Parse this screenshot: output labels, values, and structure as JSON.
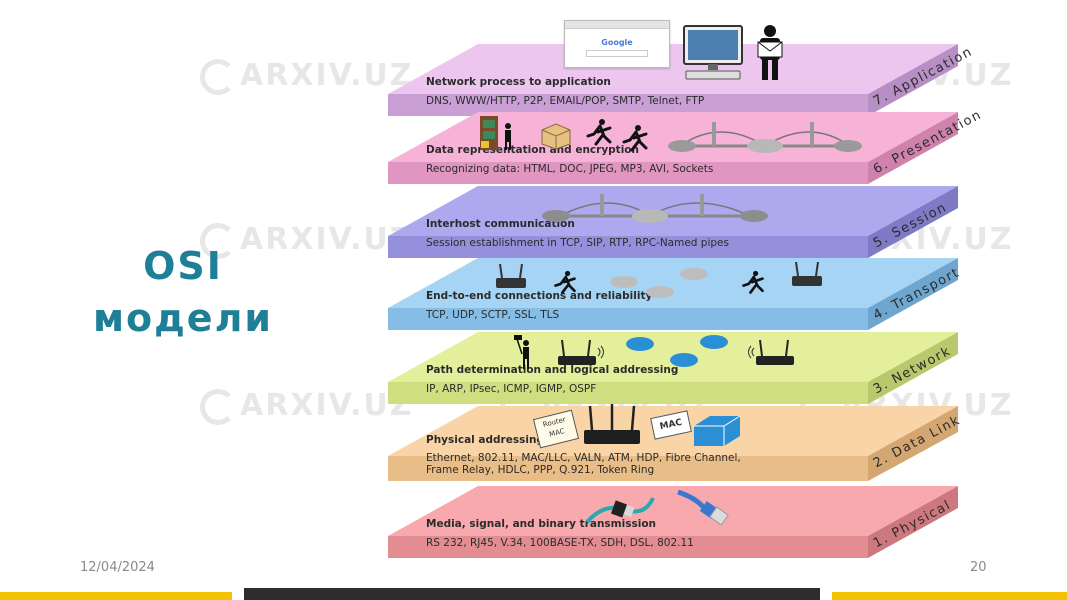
{
  "slide": {
    "title": "OSI модели",
    "date": "12/04/2024",
    "page_number": "20"
  },
  "watermark": {
    "text": "ARXIV.UZ"
  },
  "colors": {
    "title": "#1f7f96",
    "footer_yellow": "#f2c200",
    "footer_dark": "#2d2d2d"
  },
  "layers": [
    {
      "label": "7. Application",
      "heading": "Network process to application",
      "protocols": "DNS, WWW/HTTP, P2P, EMAIL/POP, SMTP, Telnet, FTP",
      "top_color": "#ecc6ee",
      "band_color": "#c99fd6",
      "side_color": "#b78fc4"
    },
    {
      "label": "6. Presentation",
      "heading": "Data representation and encryption",
      "protocols": "Recognizing data: HTML, DOC, JPEG, MP3, AVI, Sockets",
      "top_color": "#f6b3d7",
      "band_color": "#e096c0",
      "side_color": "#cf82ad"
    },
    {
      "label": "5. Session",
      "heading": "Interhost communication",
      "protocols": "Session establishment in TCP, SIP, RTP, RPC-Named pipes",
      "top_color": "#aea8ee",
      "band_color": "#9490dc",
      "side_color": "#7f7ac6"
    },
    {
      "label": "4. Transport",
      "heading": "End-to-end connections and reliability",
      "protocols": "TCP, UDP, SCTP, SSL, TLS",
      "top_color": "#a6d4f4",
      "band_color": "#86bde6",
      "side_color": "#6fa6d0"
    },
    {
      "label": "3. Network",
      "heading": "Path determination and logical addressing",
      "protocols": "IP, ARP, IPsec, ICMP, IGMP, OSPF",
      "top_color": "#e3ef9a",
      "band_color": "#cfdf7f",
      "side_color": "#b8c86a"
    },
    {
      "label": "2. Data Link",
      "heading": "Physical addressing",
      "protocols": "Ethernet, 802.11, MAC/LLC, VALN, ATM, HDP, Fibre Channel,",
      "protocols2": "Frame Relay, HDLC, PPP, Q.921, Token Ring",
      "top_color": "#f9d4a6",
      "band_color": "#e9bd87",
      "side_color": "#d4a672"
    },
    {
      "label": "1. Physical",
      "heading": "Media, signal, and binary transmission",
      "protocols": "RS 232, RJ45, V.34, 100BASE-TX, SDH, DSL, 802.11",
      "top_color": "#f7a9ad",
      "band_color": "#e38d93",
      "side_color": "#cc787e"
    }
  ],
  "device_labels": {
    "router_mac": "Router MAC",
    "mac": "MAC",
    "search_brand": "Google"
  }
}
